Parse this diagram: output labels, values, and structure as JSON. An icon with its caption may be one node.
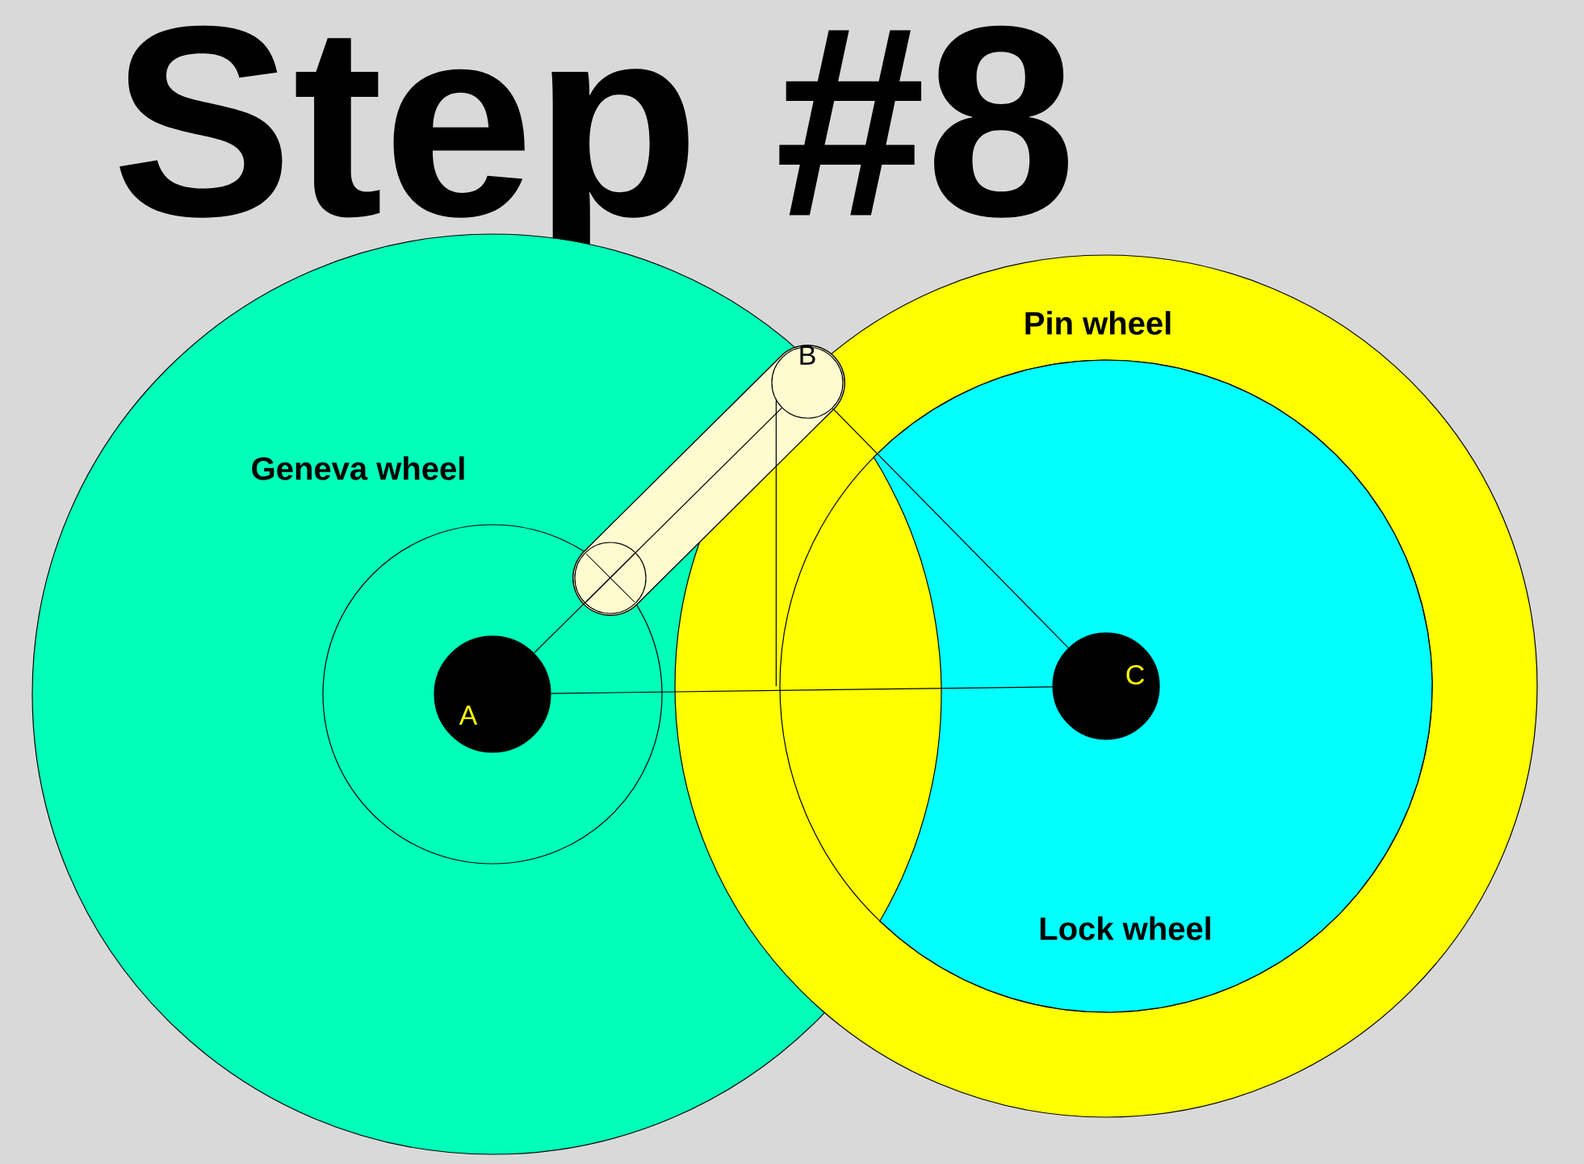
{
  "diagram": {
    "title": "Step #8",
    "nodes": [
      {
        "text": [
          "Geneva wheel"
        ]
      },
      {
        "text": [
          "Pin wheel"
        ]
      },
      {
        "text": [
          "Lock wheel"
        ],
        "in": 1
      },
      {
        "text": [
          "A"
        ],
        "in": 0
      },
      {
        "text": [
          "B"
        ]
      },
      {
        "text": [
          "C"
        ],
        "in": 2
      }
    ],
    "edges": [
      {
        "from": 3,
        "to": 5,
        "arrow": "none"
      },
      {
        "from": 3,
        "to": 4,
        "arrow": "none"
      },
      {
        "from": 4,
        "to": 5,
        "arrow": "none"
      },
      {
        "from": 4,
        "to": 2,
        "arrow": "none"
      }
    ]
  }
}
